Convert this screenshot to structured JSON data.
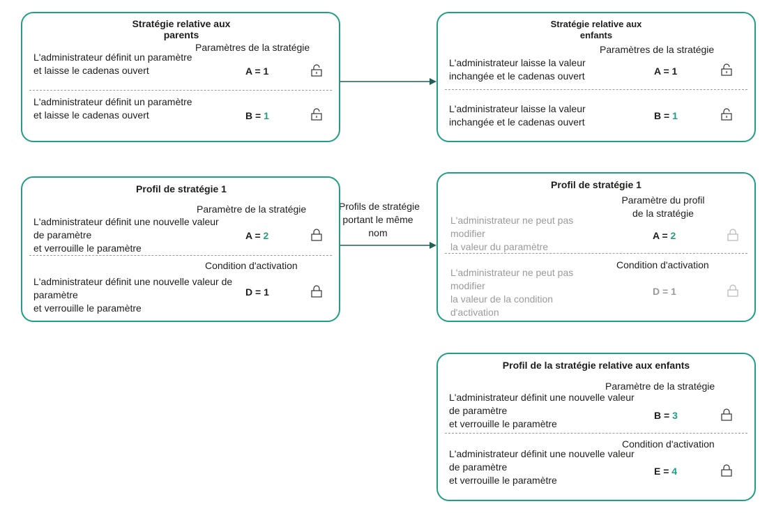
{
  "colors": {
    "accent": "#1f9e87",
    "dim_text": "#9a9a9a"
  },
  "box1": {
    "title_l1": "Stratégie relative aux",
    "title_l2": "parents",
    "param_header": "Paramètres de la stratégie",
    "row1": {
      "l1": "L'administrateur définit un paramètre",
      "l2": "et laisse le cadenas ouvert",
      "key": "A = ",
      "num": "1",
      "lock": "unlocked-icon"
    },
    "row2": {
      "l1": "L'administrateur définit un paramètre",
      "l2": "et laisse le cadenas ouvert",
      "key": "B = ",
      "num": "1",
      "lock": "unlocked-icon"
    }
  },
  "box2": {
    "title_l1": "Stratégie relative aux",
    "title_l2": "enfants",
    "param_header": "Paramètres de la stratégie",
    "row1": {
      "l1": "L'administrateur laisse la valeur",
      "l2": "inchangée et le cadenas ouvert",
      "key": "A = 1",
      "lock": "unlocked-icon"
    },
    "row2": {
      "l1": "L'administrateur laisse la valeur",
      "l2": "inchangée et le cadenas ouvert",
      "key": "B = ",
      "num": "1",
      "lock": "unlocked-icon"
    }
  },
  "box3": {
    "title": "Profil de stratégie 1",
    "param_header": "Paramètre de la stratégie",
    "row1": {
      "l1": "L'administrateur définit une nouvelle valeur",
      "l2": "de paramètre",
      "l3": " et verrouille le paramètre",
      "key": "A = ",
      "num": "2",
      "lock": "locked-icon"
    },
    "cond_header": "Condition d'activation",
    "row2": {
      "l1": "L'administrateur définit une nouvelle valeur de",
      "l2": "paramètre",
      "l3": " et verrouille le paramètre",
      "key": "D = 1",
      "lock": "locked-icon"
    }
  },
  "box4": {
    "title": "Profil de stratégie 1",
    "param_header_l1": "Paramètre du profil",
    "param_header_l2": "de la stratégie",
    "row1": {
      "l1": "L'administrateur ne peut pas",
      "l2": "modifier",
      "l3": " la valeur du paramètre",
      "key": "A = ",
      "num": "2",
      "lock": "locked-icon"
    },
    "cond_header": "Condition d'activation",
    "row2": {
      "l1": "L'administrateur ne peut pas",
      "l2": "modifier",
      "l3": "la valeur de la condition",
      "l4": "d'activation",
      "key": "D = 1",
      "lock": "locked-icon"
    }
  },
  "box5": {
    "title": "Profil de la stratégie relative aux enfants",
    "param_header": "Paramètre de la stratégie",
    "row1": {
      "l1": "L'administrateur définit une nouvelle valeur",
      "l2": "de paramètre",
      "l3": " et verrouille le paramètre",
      "key": "B = ",
      "num": "3",
      "lock": "locked-icon"
    },
    "cond_header": "Condition d'activation",
    "row2": {
      "l1": "L'administrateur définit une nouvelle valeur",
      "l2": "de paramètre",
      "l3": " et verrouille le paramètre",
      "key": "E = ",
      "num": "4",
      "lock": "locked-icon"
    }
  },
  "arrow2_label": {
    "l1": "Profils de stratégie",
    "l2": "portant le même",
    "l3": "nom"
  }
}
